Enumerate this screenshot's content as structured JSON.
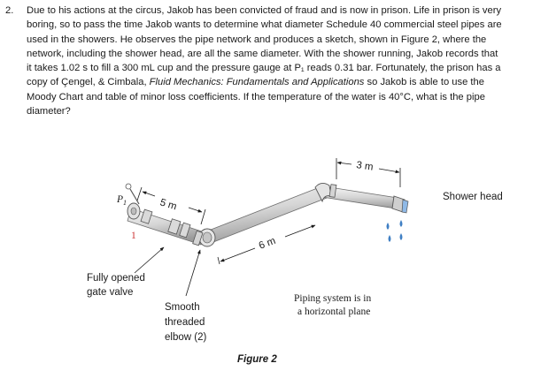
{
  "question": {
    "number": "2.",
    "lines": [
      "Due to his actions at the circus, Jakob has been convicted of fraud and is now in prison. Life in prison is very",
      "boring, so to pass the time Jakob wants to determine what diameter Schedule 40 commercial steel pipes are",
      "used in the showers. He observes the pipe network and produces a sketch, shown in Figure 2, where the",
      "network, including the shower head, are all the same diameter. With the shower running, Jakob records that",
      "it takes 1.02 s to fill a 300 mL cup and the pressure gauge at P₁ reads 0.31 bar. Fortunately, the prison has a",
      "copy of Çengel, & Cimbala, ",
      "Fluid Mechanics: Fundamentals and Applications",
      " so Jakob is able to use the",
      "Moody Chart and table of minor loss coefficients. If the temperature of the water is 40°C, what is the pipe",
      "diameter?"
    ]
  },
  "figure": {
    "labels": {
      "p1": "P",
      "p1_sub": "1",
      "point_1": "1",
      "dim_5m": "5 m",
      "dim_6m": "6 m",
      "dim_3m": "3 m",
      "shower_head": "Shower head",
      "gate_valve_line1": "Fully opened",
      "gate_valve_line2": "gate valve",
      "elbow_line1": "Smooth",
      "elbow_line2": "threaded",
      "elbow_line3": "elbow (2)",
      "plane_line1": "Piping system is in",
      "plane_line2": "a horizontal plane"
    },
    "caption": "Figure 2",
    "colors": {
      "pipe_light": "#e8e8e8",
      "pipe_dark": "#9a9a9a",
      "water": "#3f7fc4",
      "point_1": "#cc3333"
    }
  }
}
